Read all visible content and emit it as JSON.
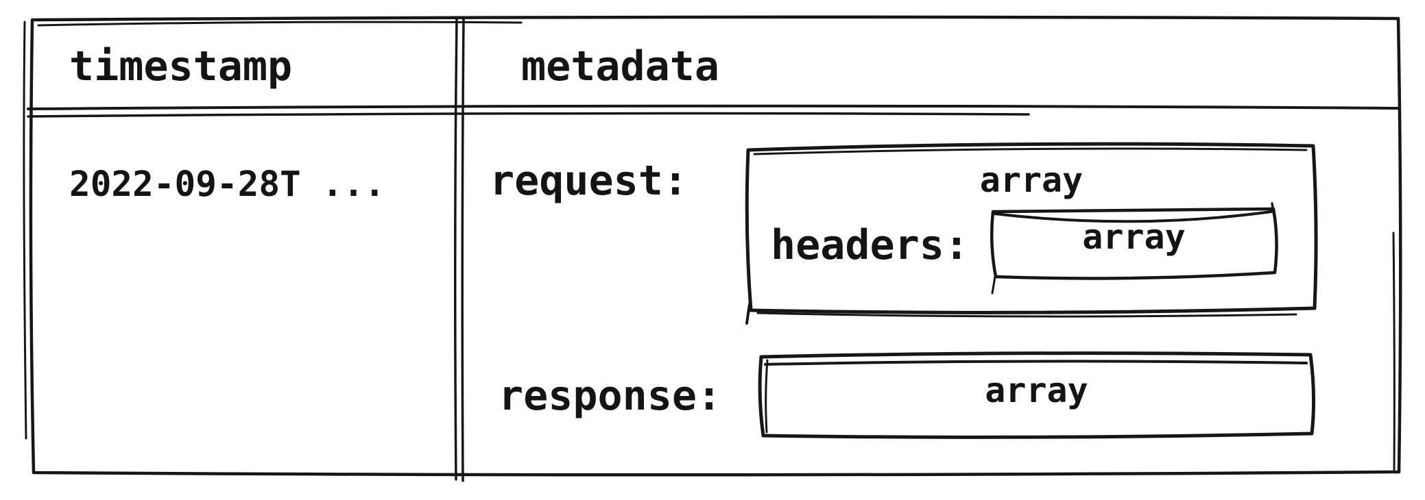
{
  "diagram": {
    "columns": {
      "timestamp": "timestamp",
      "metadata": "metadata"
    },
    "row": {
      "timestamp_value": "2022-09-28T ...",
      "request": {
        "label": "request:",
        "type": "array",
        "headers": {
          "label": "headers:",
          "type": "array"
        }
      },
      "response": {
        "label": "response:",
        "type": "array"
      }
    }
  },
  "colors": {
    "ink": "#161616",
    "paper": "#ffffff"
  }
}
